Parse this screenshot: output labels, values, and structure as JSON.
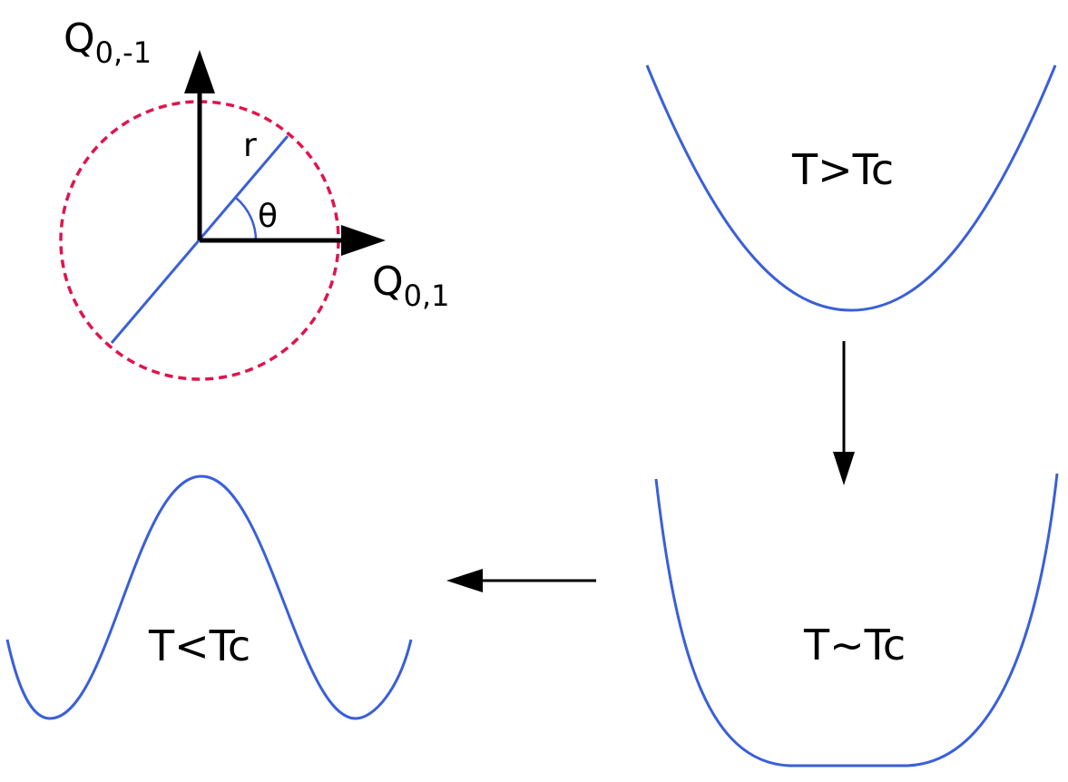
{
  "labels": {
    "q_vertical_main": "Q",
    "q_vertical_sub": "0,-1",
    "q_horizontal_main": "Q",
    "q_horizontal_sub": "0,1",
    "radius": "r",
    "angle": "θ",
    "above_tc": "T>Tc",
    "near_tc": "T~Tc",
    "below_tc": "T<Tc"
  },
  "colors": {
    "curve": "#3a5fd9",
    "circle": "#e0144c",
    "axis": "#000000",
    "background": "#ffffff"
  }
}
